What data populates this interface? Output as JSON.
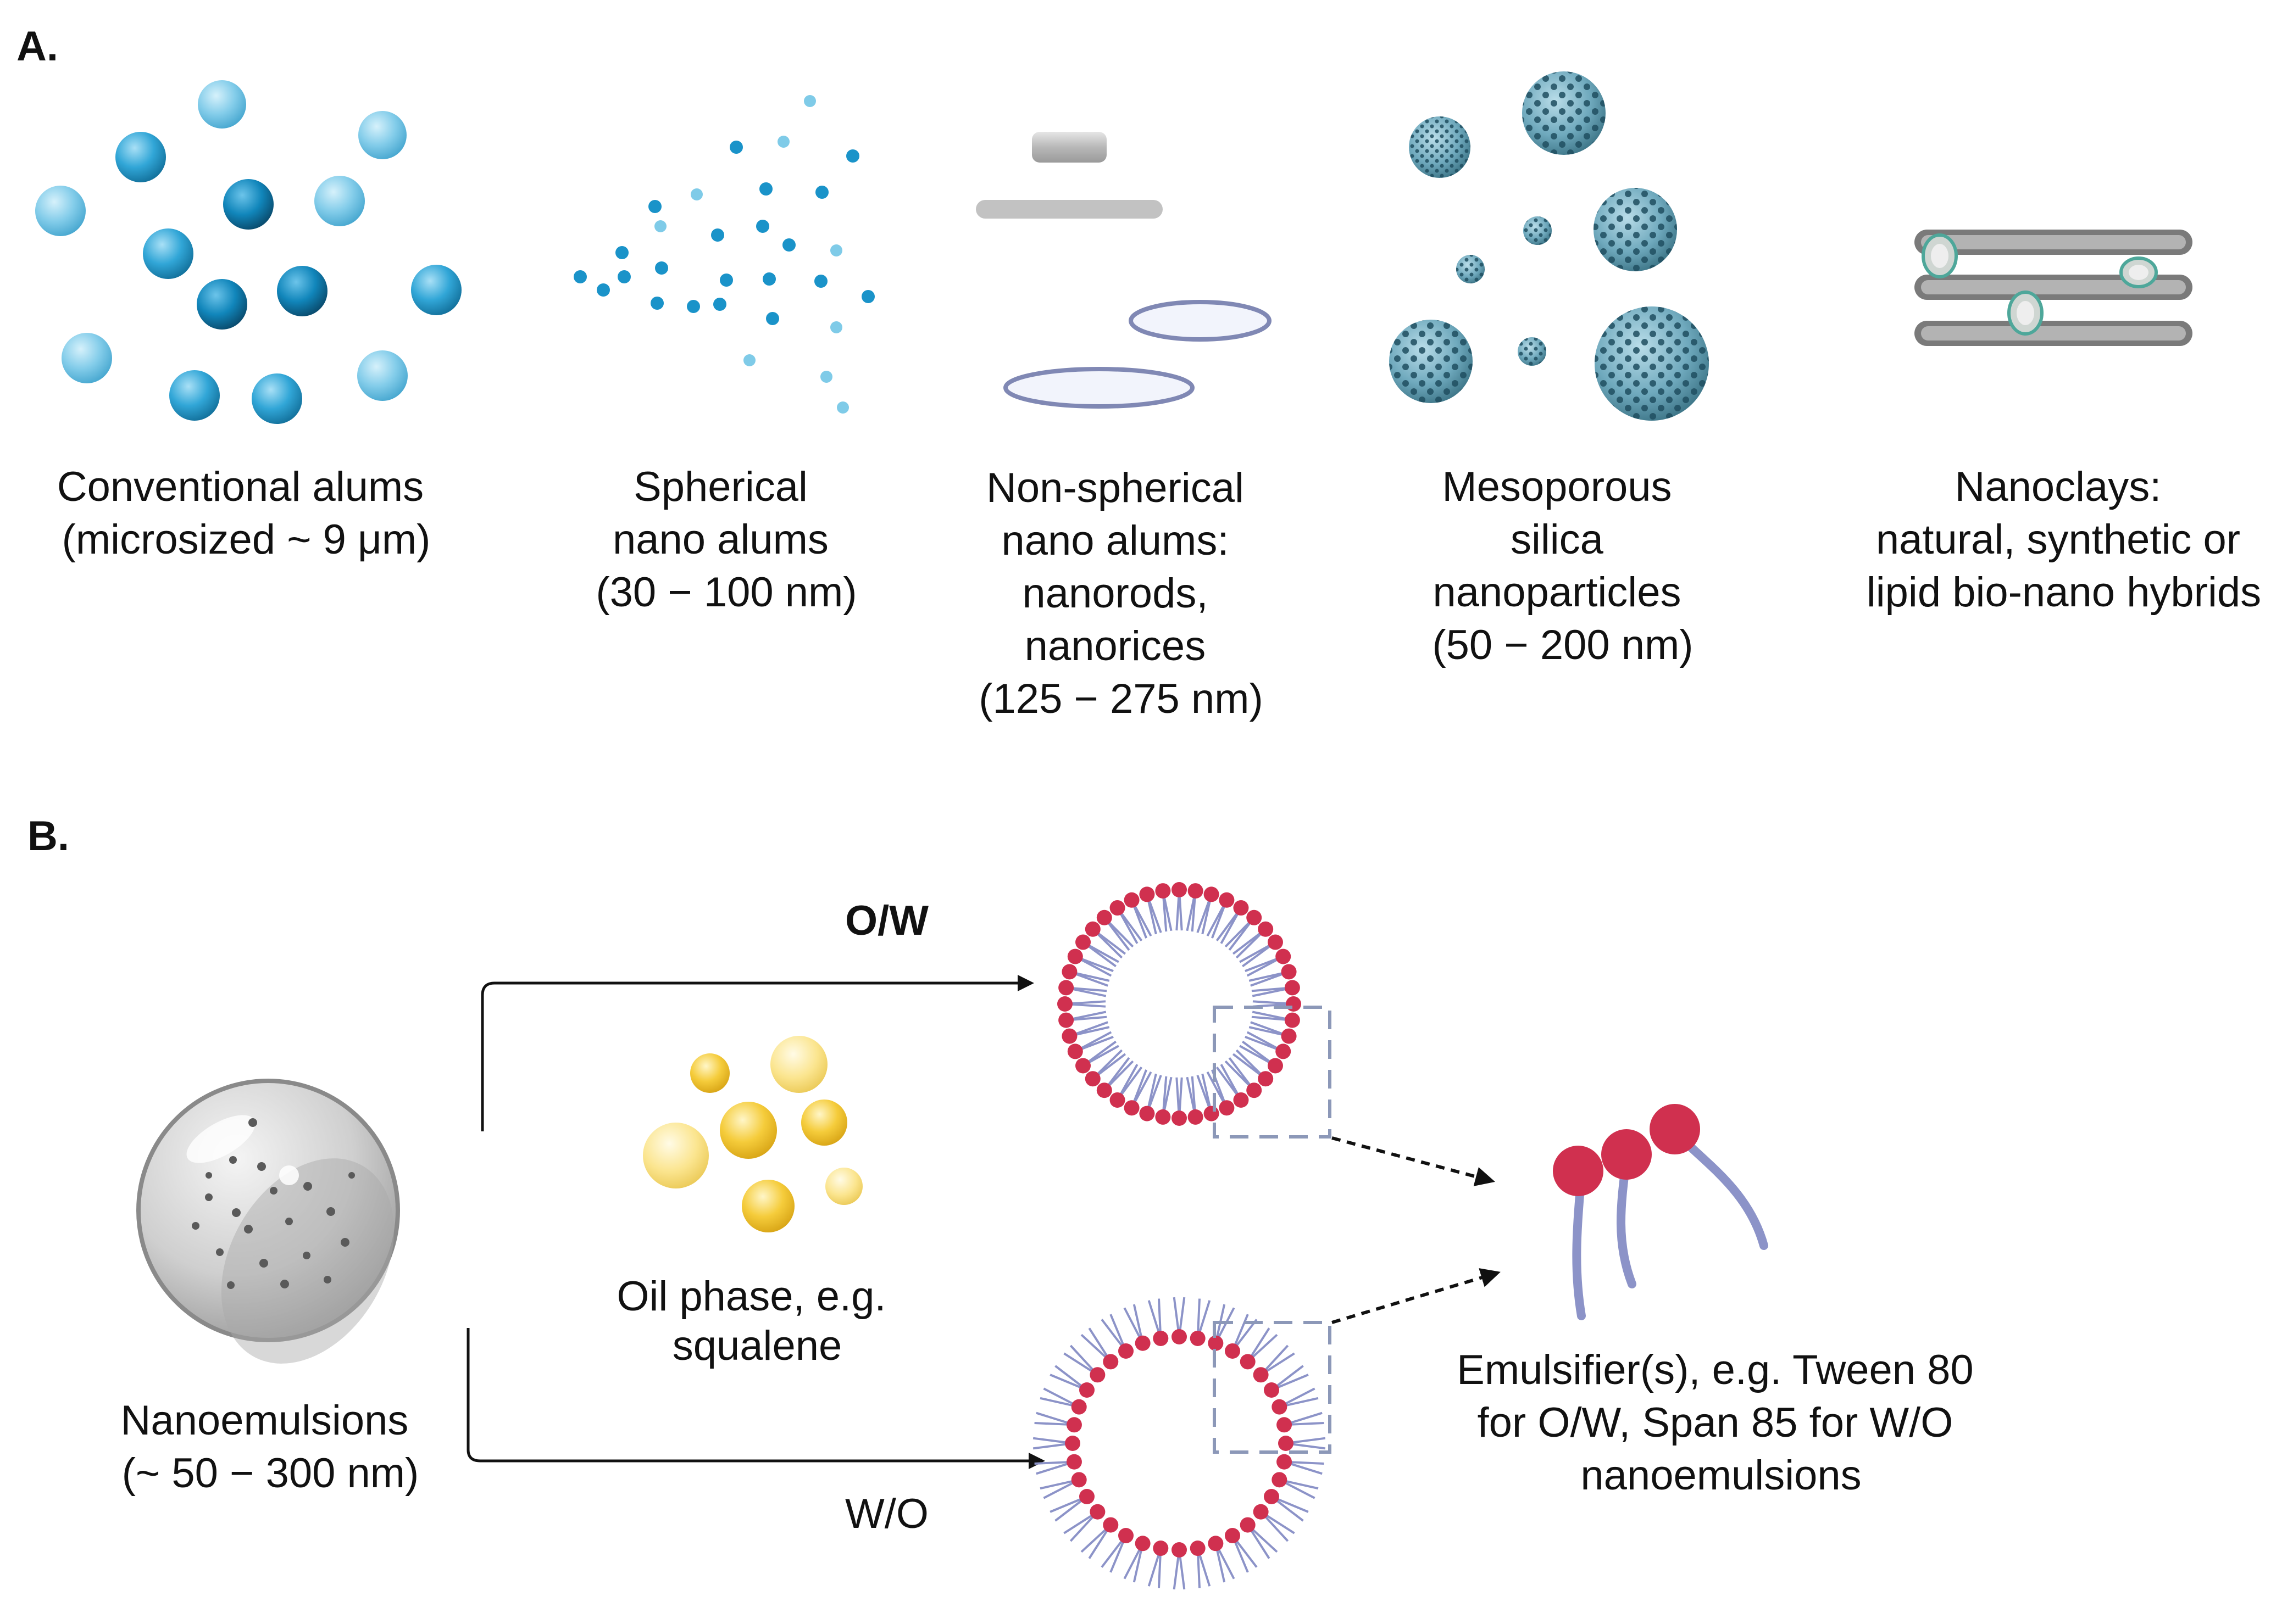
{
  "panel_a": {
    "letter": "A.",
    "items": [
      {
        "lines": [
          "Conventional alums",
          "(microsized ~ 9 μm)"
        ]
      },
      {
        "lines": [
          "Spherical",
          "nano alums",
          "(30 − 100 nm)"
        ]
      },
      {
        "lines": [
          "Non-spherical",
          "nano alums:",
          "nanorods,",
          "nanorices",
          "(125 − 275 nm)"
        ]
      },
      {
        "lines": [
          "Mesoporous",
          "silica",
          "nanoparticles",
          "(50 − 200 nm)"
        ]
      },
      {
        "lines": [
          "Nanoclays:",
          "natural, synthetic or",
          "lipid bio-nano hybrids"
        ]
      }
    ]
  },
  "panel_b": {
    "letter": "B.",
    "route_ow": "O/W",
    "route_wo": "W/O",
    "nanoemulsion": [
      "Nanoemulsions",
      "(~ 50 − 300 nm)"
    ],
    "oil": [
      "Oil phase, e.g.",
      "squalene"
    ],
    "emulsifier": [
      "Emulsifier(s), e.g. Tween 80",
      "for O/W, Span 85 for W/O",
      "nanoemulsions"
    ]
  },
  "colors": {
    "alum_light": "#7fcbe8",
    "alum_mid": "#35a9d8",
    "alum_dark": "#1386b8",
    "silica": "#6fa9bd",
    "silica_pore": "#1f4e60",
    "rod": "#bfbfbf",
    "clay": "#8c8c8c",
    "oil": "#f5c936",
    "head": "#d0304f",
    "tail": "#8c93c8",
    "box": "#8c98b8"
  }
}
